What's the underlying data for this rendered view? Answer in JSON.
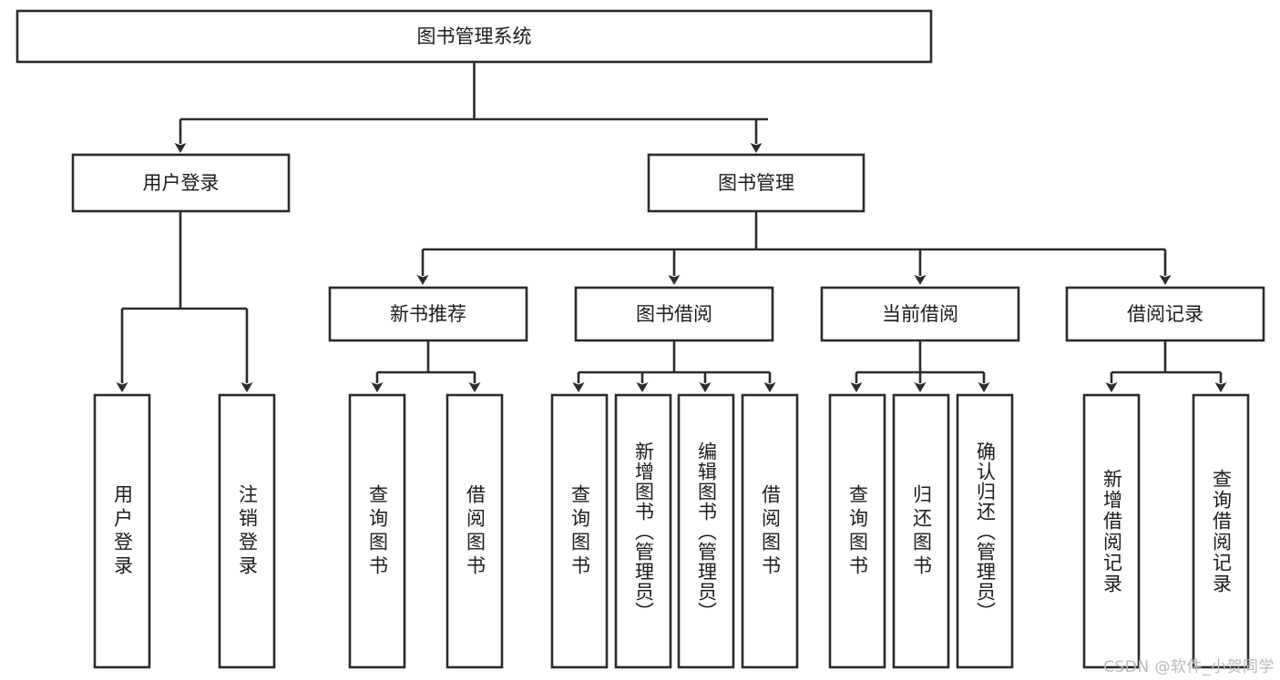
{
  "diagram": {
    "title": "图书管理系统",
    "type": "tree",
    "root": {
      "id": "root",
      "label": "图书管理系统"
    },
    "level2": [
      {
        "id": "user-login",
        "label": "用户登录"
      },
      {
        "id": "book-manage",
        "label": "图书管理"
      }
    ],
    "level3": [
      {
        "id": "new-book-recommend",
        "label": "新书推荐",
        "parent": "book-manage"
      },
      {
        "id": "book-borrow",
        "label": "图书借阅",
        "parent": "book-manage"
      },
      {
        "id": "current-borrow",
        "label": "当前借阅",
        "parent": "book-manage"
      },
      {
        "id": "borrow-record",
        "label": "借阅记录",
        "parent": "book-manage"
      }
    ],
    "leaves": [
      {
        "id": "leaf-user-login",
        "label": "用户登录",
        "parent": "user-login"
      },
      {
        "id": "leaf-logout-login",
        "label": "注销登录",
        "parent": "user-login"
      },
      {
        "id": "leaf-query-book-1",
        "label": "查询图书",
        "parent": "new-book-recommend"
      },
      {
        "id": "leaf-borrow-book-1",
        "label": "借阅图书",
        "parent": "new-book-recommend"
      },
      {
        "id": "leaf-query-book-2",
        "label": "查询图书",
        "parent": "book-borrow"
      },
      {
        "id": "leaf-add-book",
        "label": "新增图书（管理员）",
        "parent": "book-borrow"
      },
      {
        "id": "leaf-edit-book",
        "label": "编辑图书（管理员）",
        "parent": "book-borrow"
      },
      {
        "id": "leaf-borrow-book-2",
        "label": "借阅图书",
        "parent": "book-borrow"
      },
      {
        "id": "leaf-query-book-3",
        "label": "查询图书",
        "parent": "current-borrow"
      },
      {
        "id": "leaf-return-book",
        "label": "归还图书",
        "parent": "current-borrow"
      },
      {
        "id": "leaf-confirm-return",
        "label": "确认归还（管理员）",
        "parent": "current-borrow"
      },
      {
        "id": "leaf-add-record",
        "label": "新增借阅记录",
        "parent": "borrow-record"
      },
      {
        "id": "leaf-query-record",
        "label": "查询借阅记录",
        "parent": "borrow-record"
      }
    ]
  },
  "watermark": {
    "text": "CSDN @软件_小贺同学"
  },
  "colors": {
    "stroke": "#2b2b2b",
    "fill": "#ffffff",
    "text": "#1b1b1b",
    "watermark": "#b9b9b9"
  }
}
